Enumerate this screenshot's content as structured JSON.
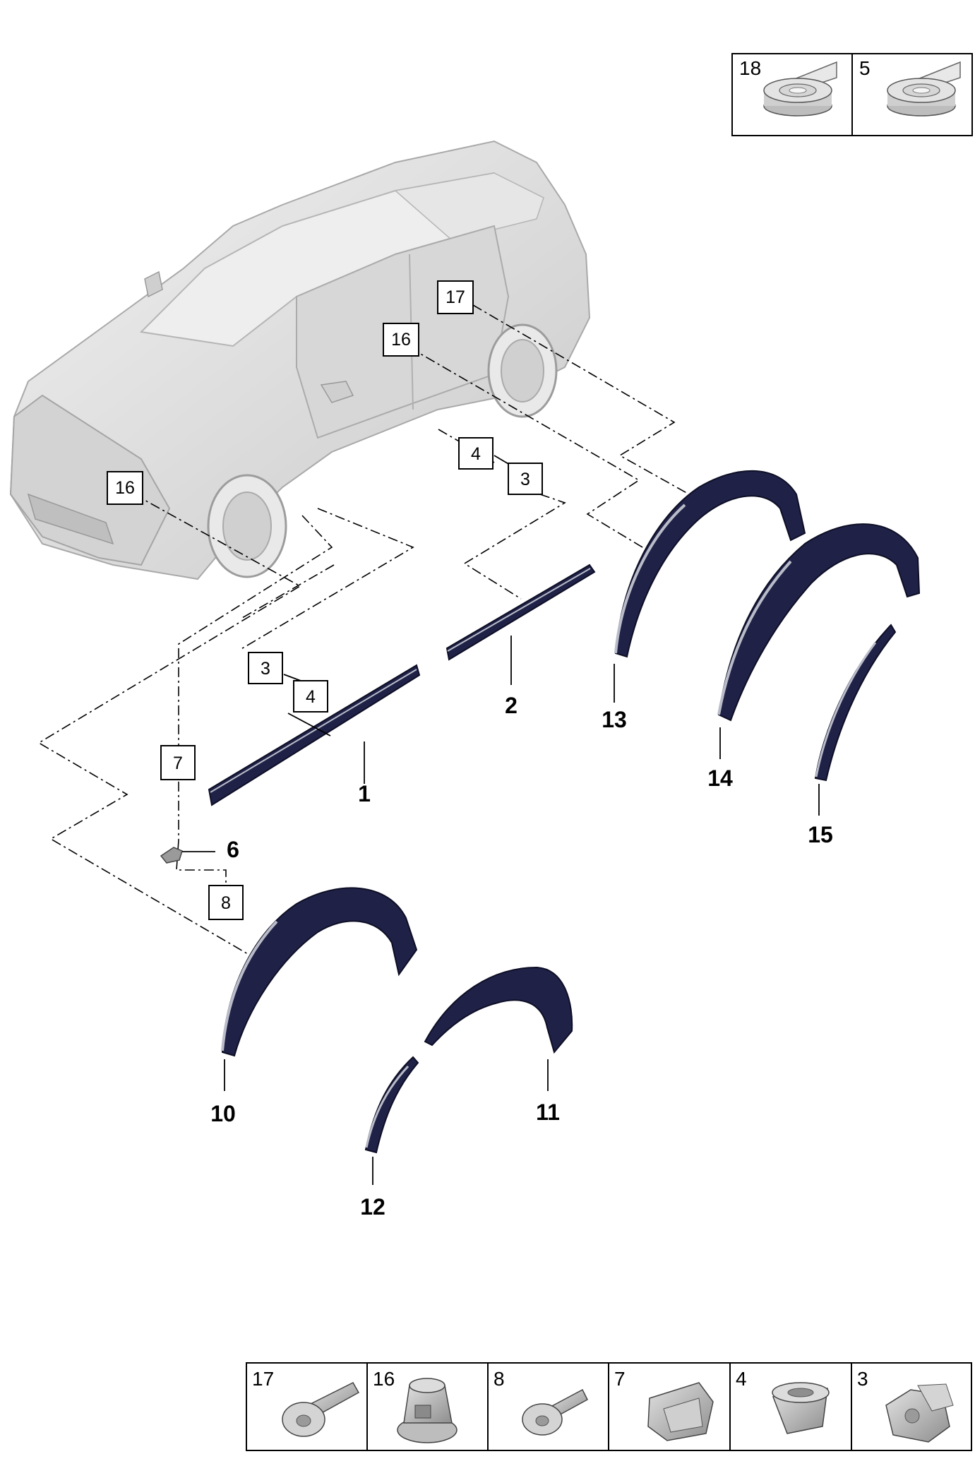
{
  "legend_top": {
    "cells": [
      {
        "number": "18",
        "icon": "tape-roll-icon"
      },
      {
        "number": "5",
        "icon": "tape-roll-icon"
      }
    ]
  },
  "legend_bottom": {
    "cells": [
      {
        "number": "17",
        "icon": "bolt-icon"
      },
      {
        "number": "16",
        "icon": "hex-nut-icon"
      },
      {
        "number": "8",
        "icon": "screw-icon"
      },
      {
        "number": "7",
        "icon": "clip-icon"
      },
      {
        "number": "4",
        "icon": "grommet-icon"
      },
      {
        "number": "3",
        "icon": "clip-nut-icon"
      }
    ]
  },
  "callouts_boxed": {
    "c17_car": "17",
    "c16_rear": "16",
    "c16_front": "16",
    "c4_rear": "4",
    "c3_rear": "3",
    "c3_front": "3",
    "c4_front": "4",
    "c7": "7",
    "c8": "8"
  },
  "callouts_parts": {
    "p1": "1",
    "p2": "2",
    "p6": "6",
    "p10": "10",
    "p11": "11",
    "p12": "12",
    "p13": "13",
    "p14": "14",
    "p15": "15"
  },
  "colors": {
    "part_dark": "#1f2147",
    "part_edge": "#b9bcc8",
    "car_body": "#dcdcdc",
    "line": "#000000"
  }
}
